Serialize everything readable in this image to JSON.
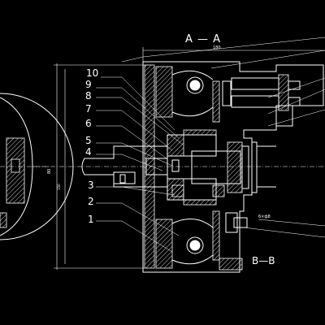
{
  "section_top": "A — A",
  "section_bottom": "B—B",
  "part_numbers": [
    "10",
    "9",
    "8",
    "7",
    "6",
    "5",
    "4",
    "3",
    "2",
    "1"
  ],
  "dimension_top": "180",
  "dimension_left": "80",
  "dimension_left_small": "150",
  "note_thread": "6×ф8"
}
